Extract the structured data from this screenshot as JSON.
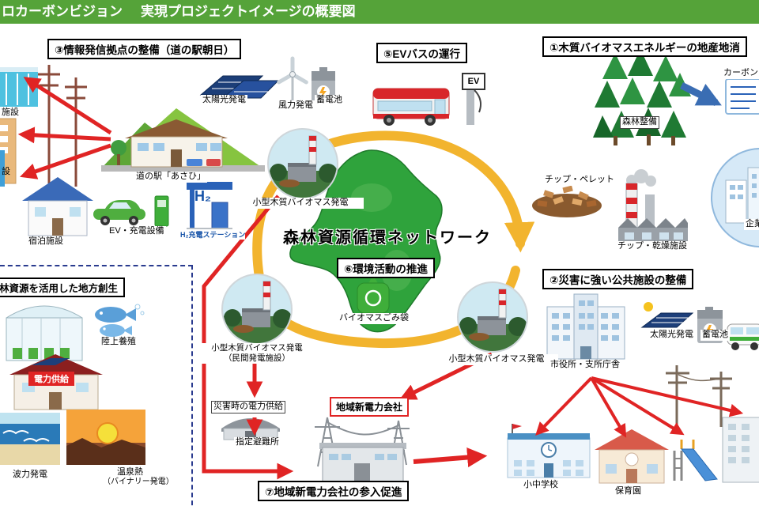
{
  "header": {
    "title_left": "ロカーボンビジョン",
    "title_right": "実現プロジェクトイメージの概要図"
  },
  "sections": {
    "s1": "①木質バイオマスエネルギーの地産地消",
    "s2": "②災害に強い公共施設の整備",
    "s3": "③情報発信拠点の整備（道の駅朝日）",
    "s5": "⑤EVバスの運行",
    "s6": "⑥環境活動の推進",
    "s7": "⑦地域新電力会社の参入促進",
    "regional": "林資源を活用した地方創生"
  },
  "center": {
    "network_title": "森林資源循環ネットワーク"
  },
  "labels": {
    "solar_tl": "太陽光発電",
    "wind": "風力発電",
    "battery_tl": "蓄電池",
    "roadside_station": "道の駅「あさひ」",
    "ev_charging": "EV・充電設備",
    "lodging": "宿泊施設",
    "h2_big": "H₂",
    "h2_station": "H₂充電ステーション",
    "ev": "EV",
    "biomass_top": "小型木質バイオマス発電",
    "forest_maintenance": "森林整備",
    "chip_pellet": "チップ・ペレット",
    "chip_dry": "チップ・乾燥施設",
    "carbon_partial": "カーボン",
    "company_partial": "企業",
    "biomass_bag": "バイオマスごみ袋",
    "biomass_left1": "小型木質バイオマス発電",
    "biomass_left2": "（民間発電施設）",
    "biomass_right": "小型木質バイオマス発電",
    "disaster_power": "災害時の電力供給",
    "shelter": "指定避難所",
    "new_power_co": "地域新電力会社",
    "city_hall": "市役所・支所庁舎",
    "solar_r": "太陽光発電",
    "battery_r": "蓄電池",
    "school": "小中学校",
    "nursery": "保育園",
    "aquaculture": "陸上養殖",
    "power_supply": "電力供給",
    "wave_power": "波力発電",
    "onsen1": "温泉熱",
    "onsen2": "（バイナリー発電）",
    "facility_cut1": "施設",
    "facility_cut2": "設"
  },
  "colors": {
    "header_green": "#55a339",
    "ring_yellow": "#f2b42e",
    "arrow_red": "#e02424",
    "map_green": "#2fa33c",
    "accent_blue": "#2a62b8"
  },
  "icons": {
    "forest-icon": "trees",
    "factory-icon": "factory with striped chimney",
    "biomass-plant-icon": "round photo of small wood biomass plant",
    "ev-bus-icon": "red electric bus",
    "wind-turbine-icon": "wind turbine",
    "solar-panel-icon": "solar panel",
    "battery-icon": "storage battery",
    "map-icon": "green town map shape",
    "garbage-bag-icon": "green biomass garbage bag"
  }
}
